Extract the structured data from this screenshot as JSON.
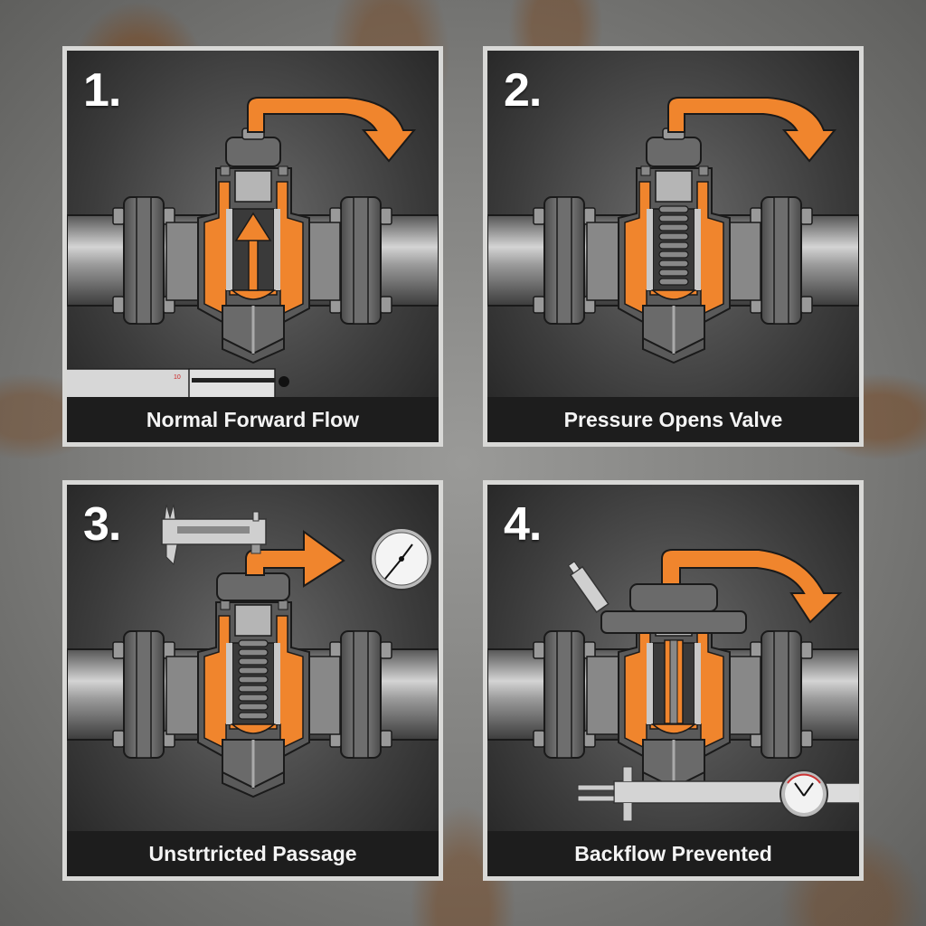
{
  "colors": {
    "accent_orange": "#f0852d",
    "panel_border": "#d8d8d6",
    "caption_bg": "#1d1d1d",
    "caption_text": "#f4f4f4",
    "steel": "#8a8a8a"
  },
  "panels": [
    {
      "number": "1.",
      "caption": "Normal Forward Flow",
      "state": "up-arrow through valve, curved arrow over top",
      "tools": [
        "ruler"
      ]
    },
    {
      "number": "2.",
      "caption": "Pressure Opens Valve",
      "state": "spring compressed, curved arrow over top",
      "tools": []
    },
    {
      "number": "3.",
      "caption": "Unstrtricted Passage",
      "state": "spring in cavity, arrow pointing right",
      "tools": [
        "caliper",
        "pressure-gauge"
      ]
    },
    {
      "number": "4.",
      "caption": "Backflow Prevented",
      "state": "disc closed with bonnet flange, curved arrow over top",
      "tools": [
        "torque-tool",
        "caliper",
        "dial-gauge",
        "ruler"
      ]
    }
  ],
  "icons": {
    "flow_arrow": "curved-arrow",
    "up_arrow": "up-arrow",
    "spring": "spring",
    "gauge": "pressure-gauge",
    "caliper": "caliper",
    "ruler": "ruler"
  }
}
